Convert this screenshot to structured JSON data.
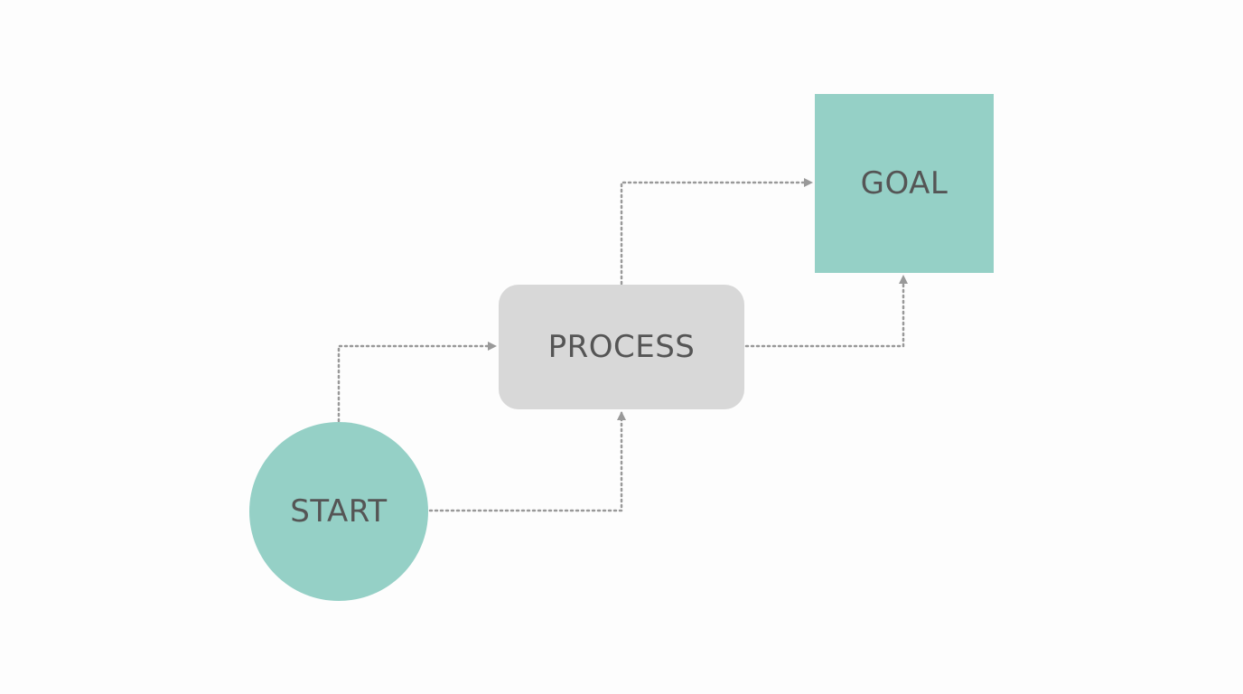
{
  "diagram": {
    "nodes": {
      "start": {
        "label": "START",
        "shape": "circle",
        "fill": "#95d0c6"
      },
      "process": {
        "label": "PROCESS",
        "shape": "rounded-rectangle",
        "fill": "#d8d8d8"
      },
      "goal": {
        "label": "GOAL",
        "shape": "square",
        "fill": "#95d0c6"
      }
    },
    "edges": [
      {
        "from": "start",
        "to": "process",
        "style": "dotted"
      },
      {
        "from": "start",
        "to": "process",
        "style": "dotted"
      },
      {
        "from": "process",
        "to": "goal",
        "style": "dotted"
      },
      {
        "from": "process",
        "to": "goal",
        "style": "dotted"
      }
    ],
    "colors": {
      "text": "#555555",
      "connector": "#999999",
      "background": "#fdfdfd"
    }
  }
}
